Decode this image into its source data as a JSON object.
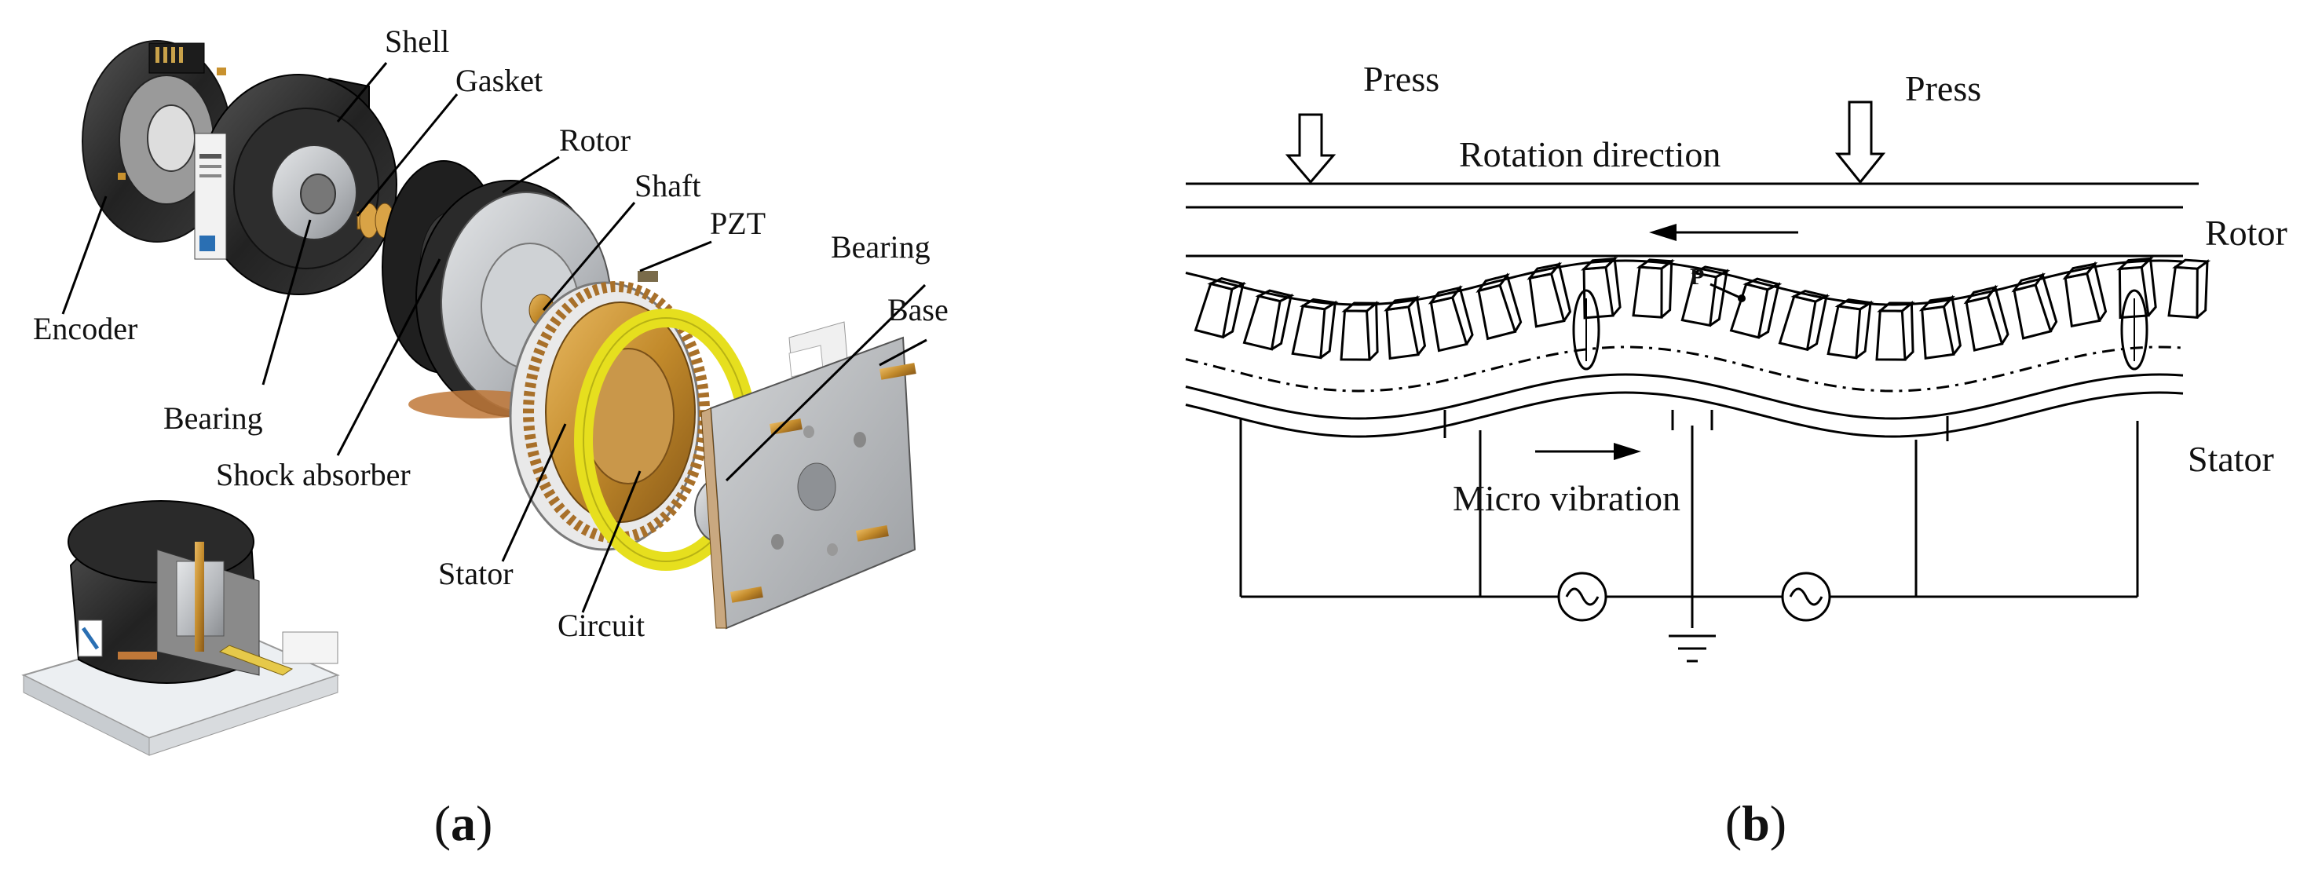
{
  "panel_a": {
    "labels": {
      "shell": "Shell",
      "gasket": "Gasket",
      "rotor": "Rotor",
      "shaft": "Shaft",
      "pzt": "PZT",
      "bearing_right": "Bearing",
      "base": "Base",
      "encoder": "Encoder",
      "bearing_left": "Bearing",
      "shock_absorber": "Shock absorber",
      "stator": "Stator",
      "circuit": "Circuit"
    },
    "caption": {
      "open": "(",
      "letter": "a",
      "close": ")"
    }
  },
  "panel_b": {
    "labels": {
      "press_left": "Press",
      "press_right": "Press",
      "rotation_direction": "Rotation direction",
      "rotor": "Rotor",
      "point_p": "P",
      "stator": "Stator",
      "micro_vibration": "Micro vibration"
    },
    "caption": {
      "open": "(",
      "letter": "b",
      "close": ")"
    }
  },
  "colors": {
    "pzt_ring": "#e6df1e",
    "brass": "#c8912e",
    "dark_housing": "#2e2e2e",
    "steel": "#b9bcc0"
  }
}
